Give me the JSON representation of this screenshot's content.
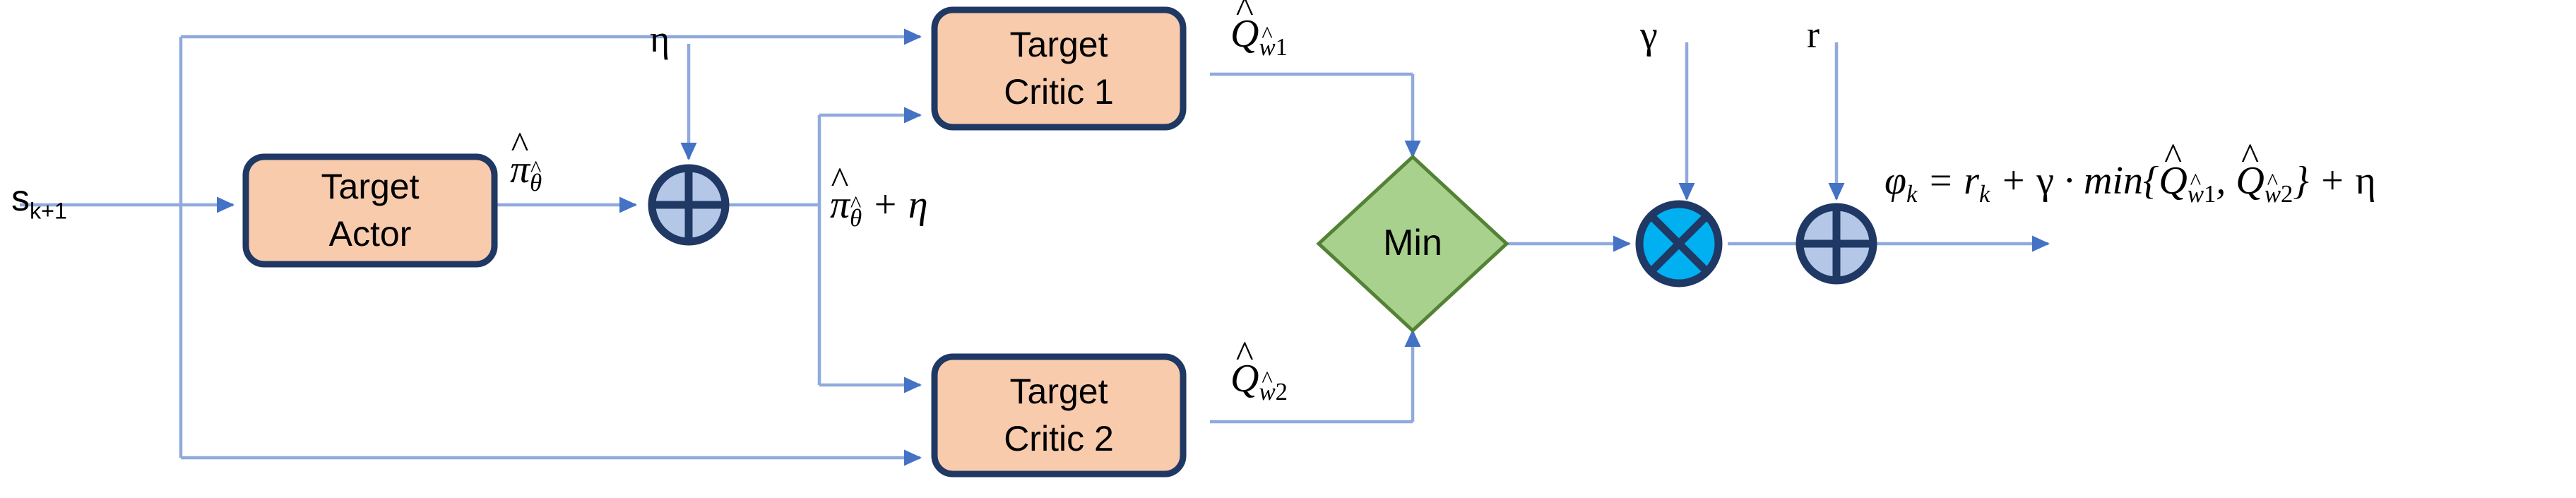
{
  "diagram": {
    "title": "TD3 target value computation block diagram",
    "colors": {
      "box_fill": "#F8CBAD",
      "box_stroke": "#1F3864",
      "diamond_fill": "#A9D18E",
      "diamond_stroke": "#548235",
      "sum_fill": "#B4C7E7",
      "sum_stroke": "#1F3864",
      "mult_fill": "#00B0F0",
      "mult_stroke": "#1F3864",
      "line": "#4472C4",
      "line_light": "#8FAADC",
      "text": "#000000"
    },
    "nodes": {
      "target_actor": {
        "line1": "Target",
        "line2": "Actor"
      },
      "target_critic_1": {
        "line1": "Target",
        "line2": "Critic 1"
      },
      "target_critic_2": {
        "line1": "Target",
        "line2": "Critic 2"
      },
      "min_block": {
        "label": "Min"
      },
      "noise_sum": {
        "label": "+"
      },
      "gamma_mult": {
        "label": "x"
      },
      "reward_sum": {
        "label": "+"
      }
    },
    "labels": {
      "state_input": {
        "base": "s",
        "sub": "k+1"
      },
      "noise_eta": "η",
      "actor_output": {
        "base": "π",
        "sub": "θ"
      },
      "actor_output_plus_noise": {
        "base": "π",
        "sub": "θ",
        "tail": "+ η"
      },
      "q1_output": {
        "base": "Q",
        "sub": "w",
        "idx": "1"
      },
      "q2_output": {
        "base": "Q",
        "sub": "w",
        "idx": "2"
      },
      "gamma": "γ",
      "reward": "r",
      "target_equation": {
        "lhs_base": "φ",
        "lhs_sub": "k",
        "eq": "=",
        "r_base": "r",
        "r_sub": "k",
        "plus1": "+",
        "gamma": "γ",
        "dot": "·",
        "min": "min",
        "open": "{",
        "q1_base": "Q",
        "q1_sub": "w",
        "q1_idx": "1",
        "comma": ",",
        "q2_base": "Q",
        "q2_sub": "w",
        "q2_idx": "2",
        "close": "}",
        "plus2": "+",
        "eta": "η"
      }
    },
    "edges": [
      {
        "name": "state-to-actor",
        "from": "s_k+1",
        "to": "Target Actor"
      },
      {
        "name": "state-to-critic1",
        "from": "s_k+1",
        "to": "Target Critic 1"
      },
      {
        "name": "state-to-critic2",
        "from": "s_k+1",
        "to": "Target Critic 2"
      },
      {
        "name": "actor-to-sum",
        "from": "Target Actor",
        "to": "noise sum"
      },
      {
        "name": "eta-to-sum",
        "from": "eta",
        "to": "noise sum"
      },
      {
        "name": "sum-to-critic1",
        "from": "noise sum",
        "to": "Target Critic 1"
      },
      {
        "name": "sum-to-critic2",
        "from": "noise sum",
        "to": "Target Critic 2"
      },
      {
        "name": "critic1-to-min",
        "from": "Target Critic 1",
        "to": "Min"
      },
      {
        "name": "critic2-to-min",
        "from": "Target Critic 2",
        "to": "Min"
      },
      {
        "name": "min-to-mult",
        "from": "Min",
        "to": "gamma multiply"
      },
      {
        "name": "gamma-to-mult",
        "from": "gamma",
        "to": "gamma multiply"
      },
      {
        "name": "mult-to-sum",
        "from": "gamma multiply",
        "to": "reward sum"
      },
      {
        "name": "reward-to-sum",
        "from": "r",
        "to": "reward sum"
      },
      {
        "name": "sum-to-output",
        "from": "reward sum",
        "to": "phi_k output"
      }
    ]
  }
}
